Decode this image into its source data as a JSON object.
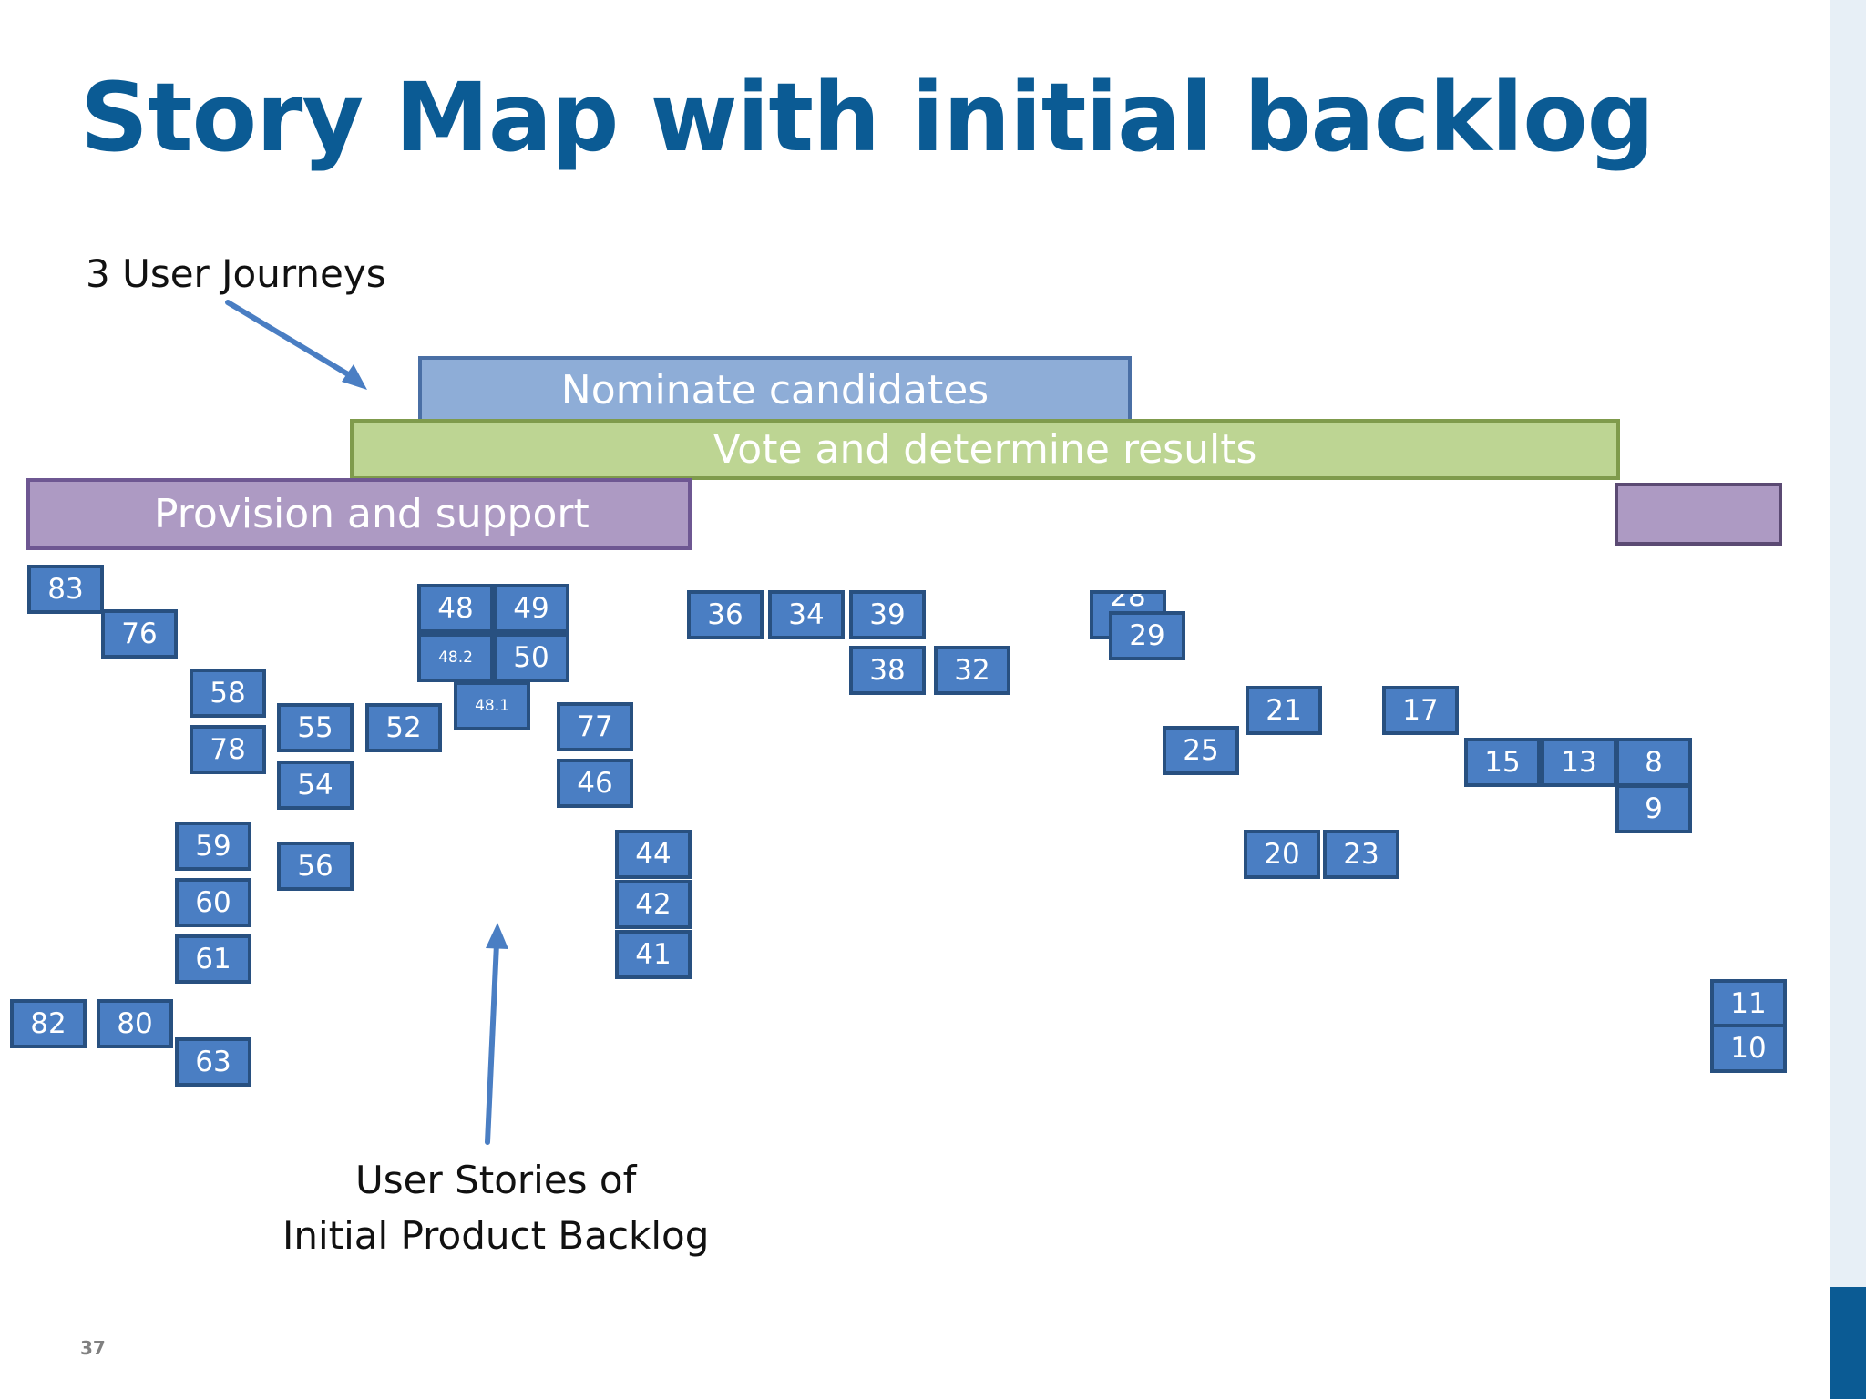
{
  "title": "Story Map with initial backlog",
  "annotations": {
    "journeys": "3 User Journeys",
    "stories_line1": "User Stories of",
    "stories_line2": "Initial Product Backlog"
  },
  "journeys": [
    {
      "label": "Nominate candidates",
      "color": "#8eadd7"
    },
    {
      "label": "Vote and determine results",
      "color": "#bdd593"
    },
    {
      "label": "Provision and support",
      "color": "#ad9ac3"
    }
  ],
  "stories": [
    "83",
    "76",
    "58",
    "78",
    "59",
    "60",
    "61",
    "82",
    "80",
    "63",
    "55",
    "54",
    "56",
    "52",
    "48",
    "49",
    "48.2",
    "50",
    "48.1",
    "77",
    "46",
    "44",
    "42",
    "41",
    "36",
    "34",
    "39",
    "38",
    "32",
    "28",
    "29",
    "25",
    "21",
    "20",
    "23",
    "17",
    "15",
    "13",
    "8",
    "9",
    "11",
    "10"
  ],
  "page_number": "37",
  "colors": {
    "title": "#0b5b94",
    "story_card": "#4a7ec3",
    "story_card_border": "#285080",
    "arrow": "#4a7ec3"
  }
}
